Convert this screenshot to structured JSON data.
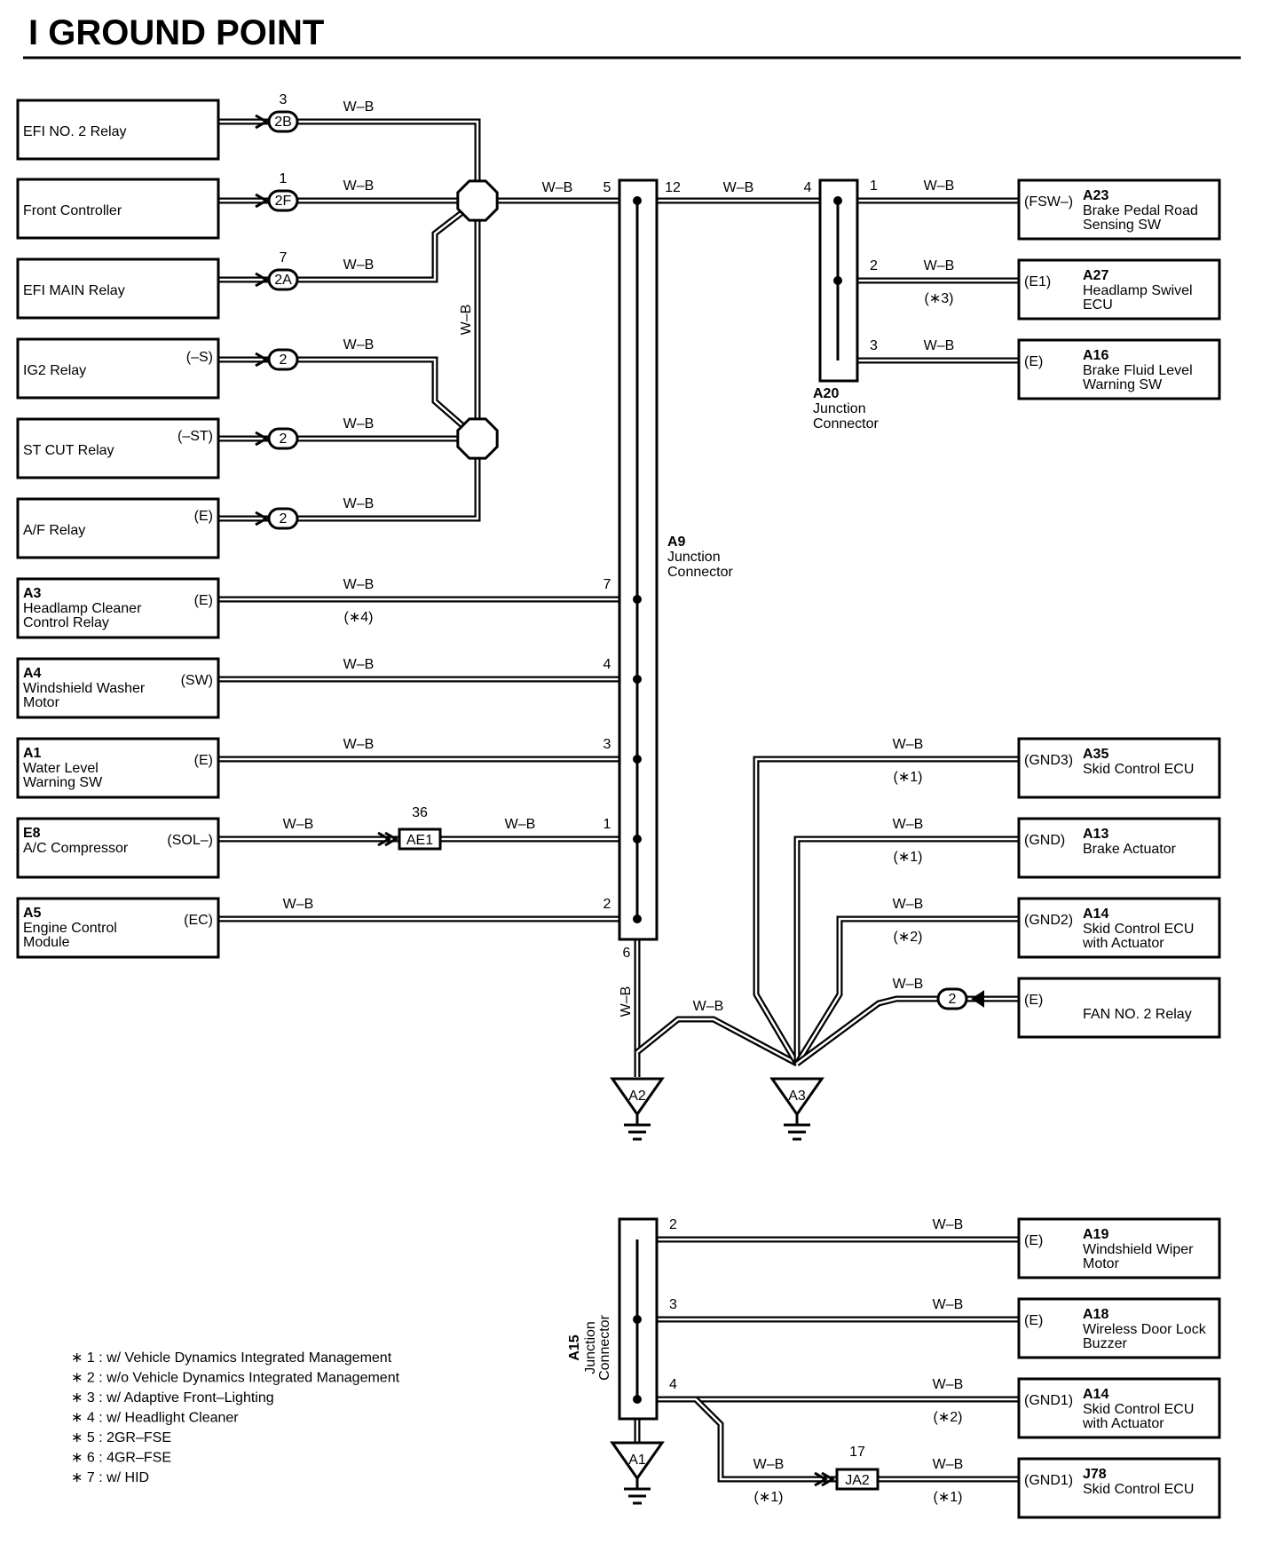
{
  "title": "I  GROUND POINT",
  "wire_color": "W–B",
  "left_components": [
    {
      "id": "",
      "name": [
        "EFI NO. 2 Relay"
      ],
      "pin": "",
      "conn": "2B",
      "conn_pin": "3",
      "conn_shape": "oval",
      "jc_pin": ""
    },
    {
      "id": "",
      "name": [
        "Front Controller"
      ],
      "pin": "",
      "conn": "2F",
      "conn_pin": "1",
      "conn_shape": "oval",
      "jc_pin": ""
    },
    {
      "id": "",
      "name": [
        "EFI MAIN Relay"
      ],
      "pin": "",
      "conn": "2A",
      "conn_pin": "7",
      "conn_shape": "oval",
      "jc_pin": ""
    },
    {
      "id": "",
      "name": [
        "IG2 Relay"
      ],
      "pin": "(–S)",
      "conn": "2",
      "conn_pin": "",
      "conn_shape": "oval",
      "jc_pin": ""
    },
    {
      "id": "",
      "name": [
        "ST CUT Relay"
      ],
      "pin": "(–ST)",
      "conn": "2",
      "conn_pin": "",
      "conn_shape": "oval",
      "jc_pin": ""
    },
    {
      "id": "",
      "name": [
        "A/F Relay"
      ],
      "pin": "(E)",
      "conn": "2",
      "conn_pin": "",
      "conn_shape": "oval",
      "jc_pin": ""
    },
    {
      "id": "A3",
      "name": [
        "Headlamp Cleaner",
        "Control Relay"
      ],
      "pin": "(E)",
      "conn": "",
      "conn_pin": "",
      "note": "(∗4)",
      "jc_pin": "7"
    },
    {
      "id": "A4",
      "name": [
        "Windshield Washer",
        "Motor"
      ],
      "pin": "(SW)",
      "conn": "",
      "conn_pin": "",
      "jc_pin": "4"
    },
    {
      "id": "A1",
      "name": [
        "Water Level",
        "Warning SW"
      ],
      "pin": "(E)",
      "conn": "",
      "conn_pin": "",
      "jc_pin": "3"
    },
    {
      "id": "E8",
      "name": [
        "A/C Compressor"
      ],
      "pin": "(SOL–)",
      "conn": "AE1",
      "conn_pin": "36",
      "conn_shape": "rect",
      "jc_pin": "1"
    },
    {
      "id": "A5",
      "name": [
        "Engine Control",
        "Module"
      ],
      "pin": "(EC)",
      "conn": "",
      "conn_pin": "",
      "jc_pin": "2"
    }
  ],
  "a9": {
    "id": "A9",
    "name": [
      "Junction",
      "Connector"
    ],
    "pin_in": "5",
    "pin_out": "12",
    "pin_ground": "6"
  },
  "a20": {
    "id": "A20",
    "name": [
      "Junction",
      "Connector"
    ],
    "pin_in": "4"
  },
  "right_top": [
    {
      "id": "A23",
      "name": [
        "Brake Pedal Road",
        "Sensing SW"
      ],
      "pin": "(FSW–)",
      "jc_pin": "1",
      "note": ""
    },
    {
      "id": "A27",
      "name": [
        "Headlamp Swivel",
        "ECU"
      ],
      "pin": "(E1)",
      "jc_pin": "2",
      "note": "(∗3)"
    },
    {
      "id": "A16",
      "name": [
        "Brake Fluid Level",
        "Warning SW"
      ],
      "pin": "(E)",
      "jc_pin": "3",
      "note": ""
    }
  ],
  "right_mid": [
    {
      "id": "A35",
      "name": [
        "Skid Control ECU"
      ],
      "pin": "(GND3)",
      "note": "(∗1)"
    },
    {
      "id": "A13",
      "name": [
        "Brake Actuator"
      ],
      "pin": "(GND)",
      "note": "(∗1)"
    },
    {
      "id": "A14",
      "name": [
        "Skid Control ECU",
        "with Actuator"
      ],
      "pin": "(GND2)",
      "note": "(∗2)"
    },
    {
      "id": "",
      "name": [
        "FAN NO. 2 Relay"
      ],
      "pin": "(E)",
      "note": "",
      "conn": "2"
    }
  ],
  "grounds": [
    "A2",
    "A3",
    "A1"
  ],
  "a15": {
    "id": "A15",
    "name": [
      "Junction",
      "Connector"
    ]
  },
  "right_bottom": [
    {
      "id": "A19",
      "name": [
        "Windshield Wiper",
        "Motor"
      ],
      "pin": "(E)",
      "jc_pin": "2",
      "note": ""
    },
    {
      "id": "A18",
      "name": [
        "Wireless Door Lock",
        "Buzzer"
      ],
      "pin": "(E)",
      "jc_pin": "3",
      "note": ""
    },
    {
      "id": "A14",
      "name": [
        "Skid Control ECU",
        "with Actuator"
      ],
      "pin": "(GND1)",
      "jc_pin": "4",
      "note": "(∗2)"
    },
    {
      "id": "J78",
      "name": [
        "Skid Control ECU"
      ],
      "pin": "(GND1)",
      "jc_pin": "",
      "note": "(∗1)"
    }
  ],
  "ja2": {
    "conn": "JA2",
    "conn_pin": "17",
    "note": "(∗1)"
  },
  "notes": [
    "∗ 1 : w/ Vehicle Dynamics Integrated Management",
    "∗ 2 : w/o Vehicle Dynamics Integrated Management",
    "∗ 3 : w/ Adaptive Front–Lighting",
    "∗ 4 : w/ Headlight Cleaner",
    "∗ 5 : 2GR–FSE",
    "∗ 6 : 4GR–FSE",
    "∗ 7 : w/ HID"
  ]
}
